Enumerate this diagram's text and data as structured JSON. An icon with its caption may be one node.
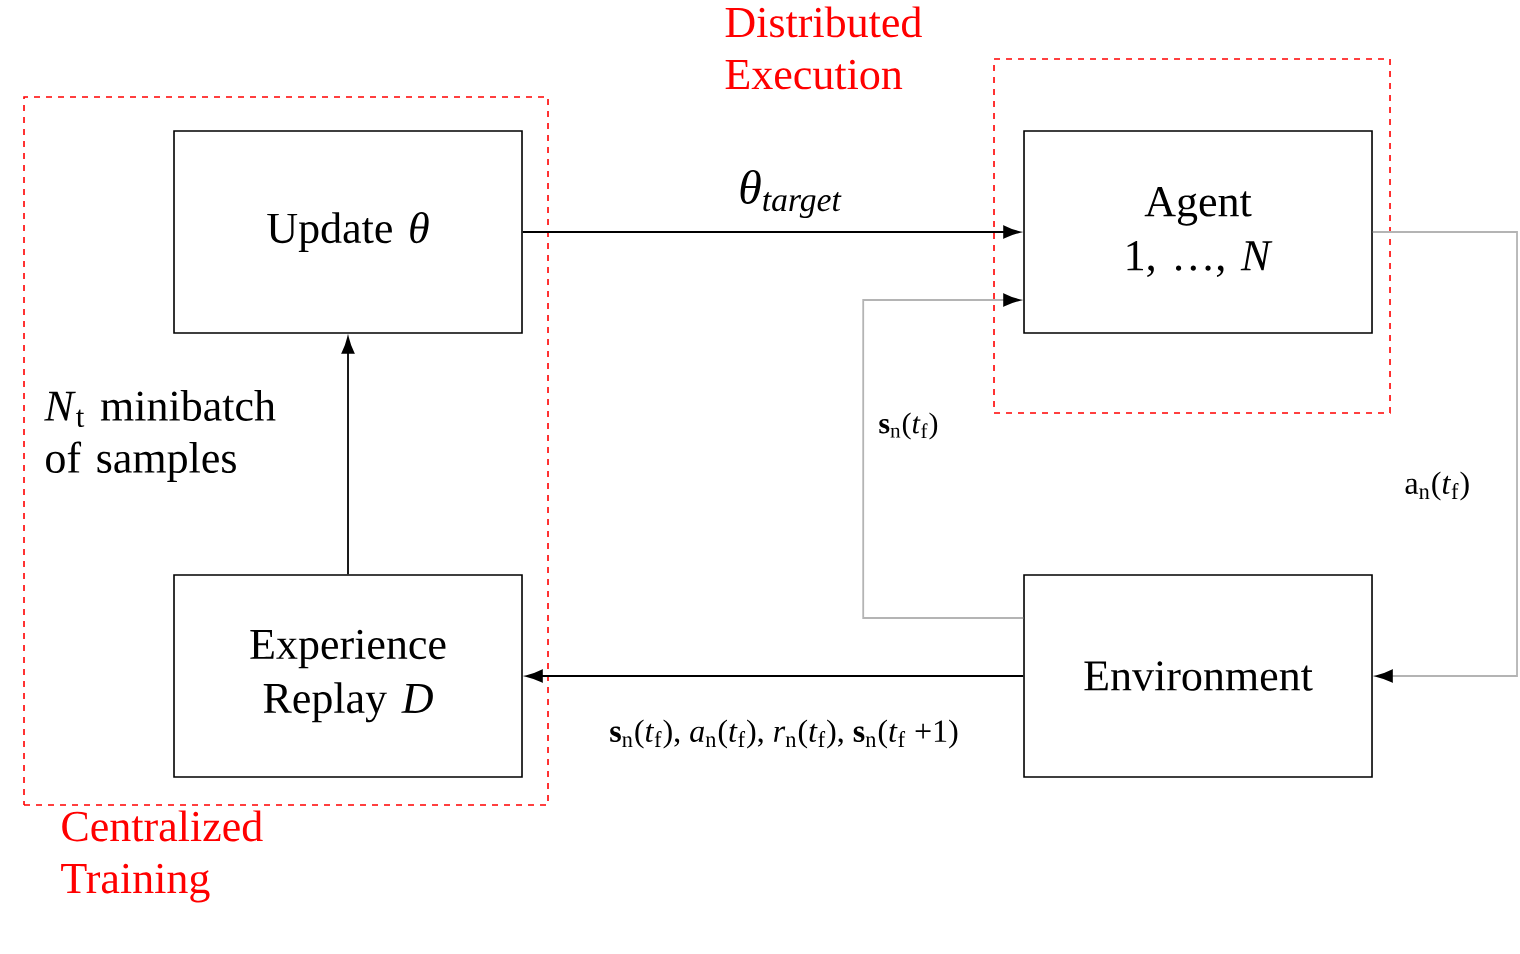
{
  "diagram": {
    "nodes": [
      {
        "text": [
          "Centralized Training"
        ]
      },
      {
        "text": [
          "Update *θ*"
        ],
        "in": 0
      },
      {
        "text": [
          "Experience Replay *D*"
        ],
        "in": 0
      },
      {
        "text": [
          "Distributed Execution"
        ]
      },
      {
        "text": [
          "Agent 1, …, *N*"
        ],
        "in": 3
      },
      {
        "text": [
          "Environment"
        ]
      }
    ],
    "edges": [
      {
        "from": 2,
        "to": 1,
        "arrow": "to",
        "label": "*N*$_{t}$ minibatch of samples"
      },
      {
        "from": 1,
        "to": 4,
        "arrow": "to",
        "label": "θ$_{target}$"
      },
      {
        "from": 5,
        "to": 4,
        "arrow": "to",
        "label": "**s**$_{n}$(*t*$_{f}$)",
        "color": "#b4b4b4"
      },
      {
        "from": 5,
        "to": 2,
        "arrow": "to",
        "label": "**s**$_{n}$(*t*$_{f}$), *a*$_{n}$(*t*$_{f}$), *r*$_{n}$(*t*$_{f}$), **s**$_{n}$(*t*$_{f}$ +1)"
      },
      {
        "from": 4,
        "to": 5,
        "arrow": "to",
        "label": "a$_{n}$(*t*$_{f}$)",
        "color": "#b4b4b4"
      }
    ]
  }
}
